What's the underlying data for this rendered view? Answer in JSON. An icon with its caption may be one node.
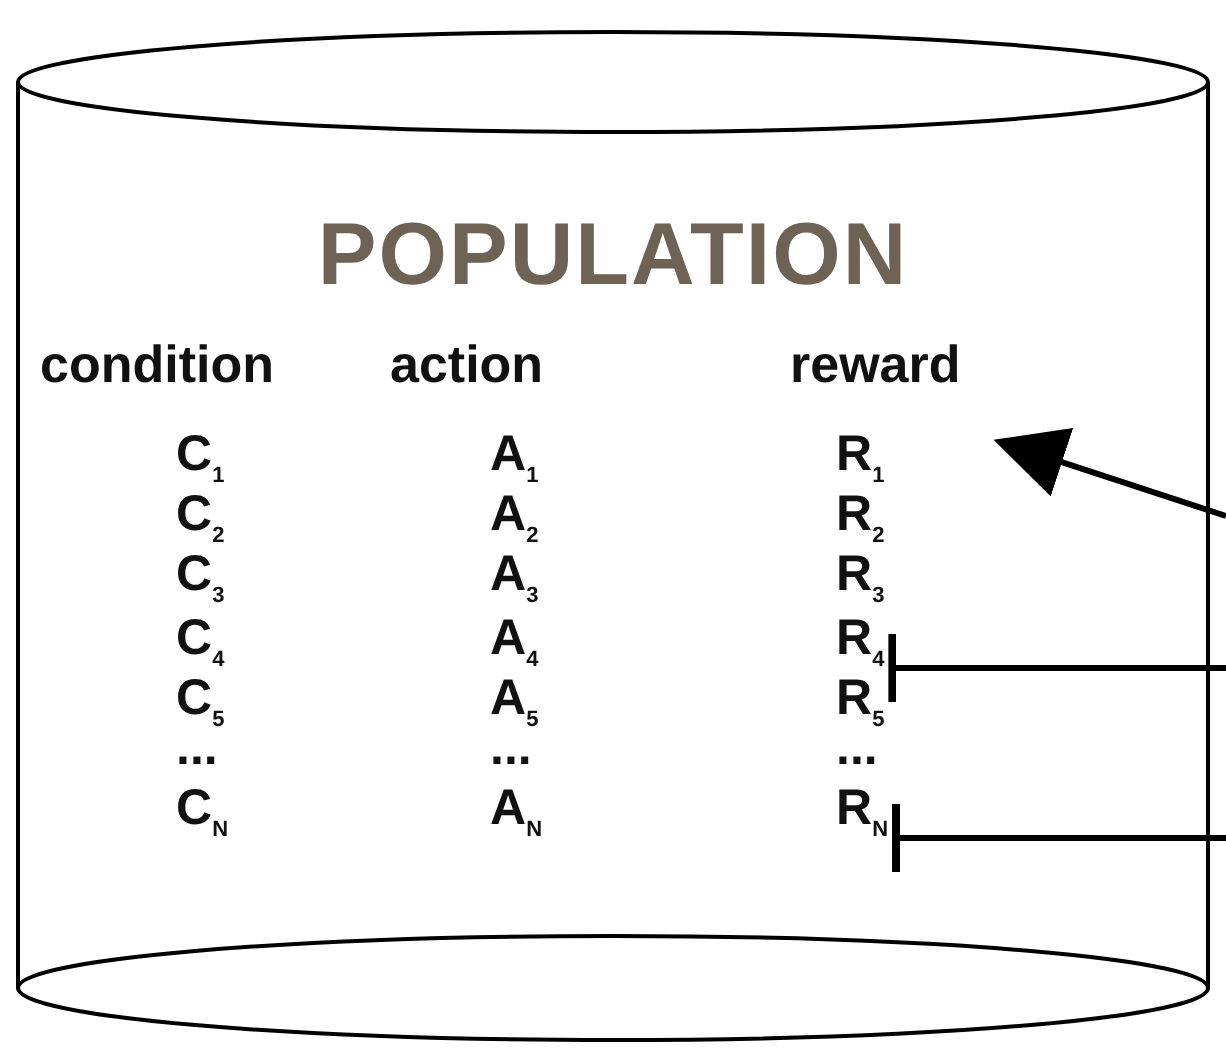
{
  "diagram": {
    "nodes": [
      {
        "text": [
          "POPULATION"
        ]
      },
      {
        "text": [
          "R$_{1}$"
        ],
        "in": 0
      },
      {
        "text": [
          "R$_{4}$"
        ],
        "in": 0
      },
      {
        "text": [
          "R$_{N}$"
        ],
        "in": 0
      }
    ],
    "edges": [
      {
        "from": null,
        "to": 1,
        "arrow": "to"
      },
      {
        "from": 2,
        "to": null,
        "arrow": "other"
      },
      {
        "from": 3,
        "to": null,
        "arrow": "other"
      }
    ],
    "labels": [
      "condition",
      "action",
      "reward",
      "C$_{1}$",
      "A$_{1}$",
      "C$_{2}$",
      "A$_{2}$",
      "R$_{2}$",
      "C$_{3}$",
      "A$_{3}$",
      "R$_{3}$",
      "C$_{4}$",
      "A$_{4}$",
      "C$_{5}$",
      "A$_{5}$",
      "R$_{5}$",
      "...",
      "...",
      "...",
      "C$_{N}$",
      "A$_{N}$"
    ]
  }
}
